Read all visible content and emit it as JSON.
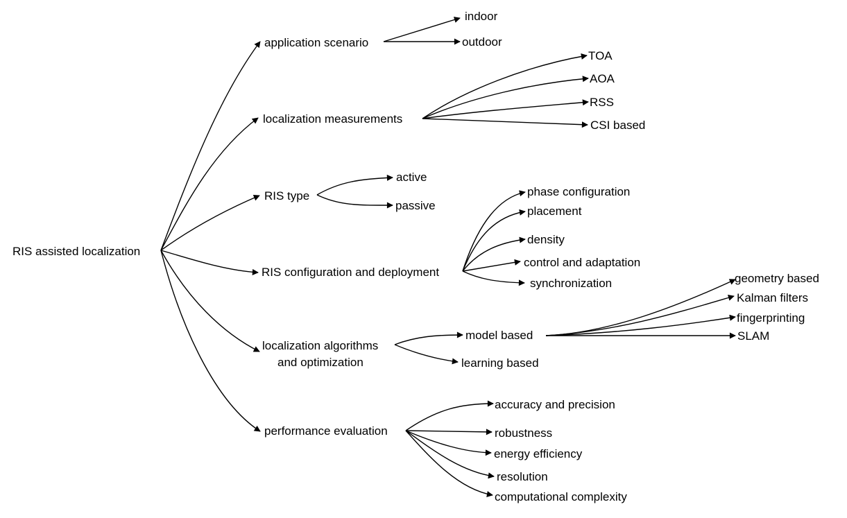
{
  "diagram": {
    "root": "RIS assisted localization",
    "categories": [
      {
        "label": "application scenario",
        "children": [
          "indoor",
          "outdoor"
        ]
      },
      {
        "label": "localization measurements",
        "children": [
          "TOA",
          "AOA",
          "RSS",
          "CSI based"
        ]
      },
      {
        "label": "RIS type",
        "children": [
          "active",
          "passive"
        ]
      },
      {
        "label": "RIS configuration and deployment",
        "children": [
          "phase configuration",
          "placement",
          "density",
          "control and adaptation",
          "synchronization"
        ]
      },
      {
        "label_lines": [
          "localization algorithms",
          "and optimization"
        ],
        "children": [
          {
            "label": "model based",
            "children": [
              "geometry based",
              "Kalman filters",
              "fingerprinting",
              "SLAM"
            ]
          },
          "learning based"
        ]
      },
      {
        "label": "performance evaluation",
        "children": [
          "accuracy and precision",
          "robustness",
          "energy efficiency",
          "resolution",
          "computational complexity"
        ]
      }
    ]
  }
}
